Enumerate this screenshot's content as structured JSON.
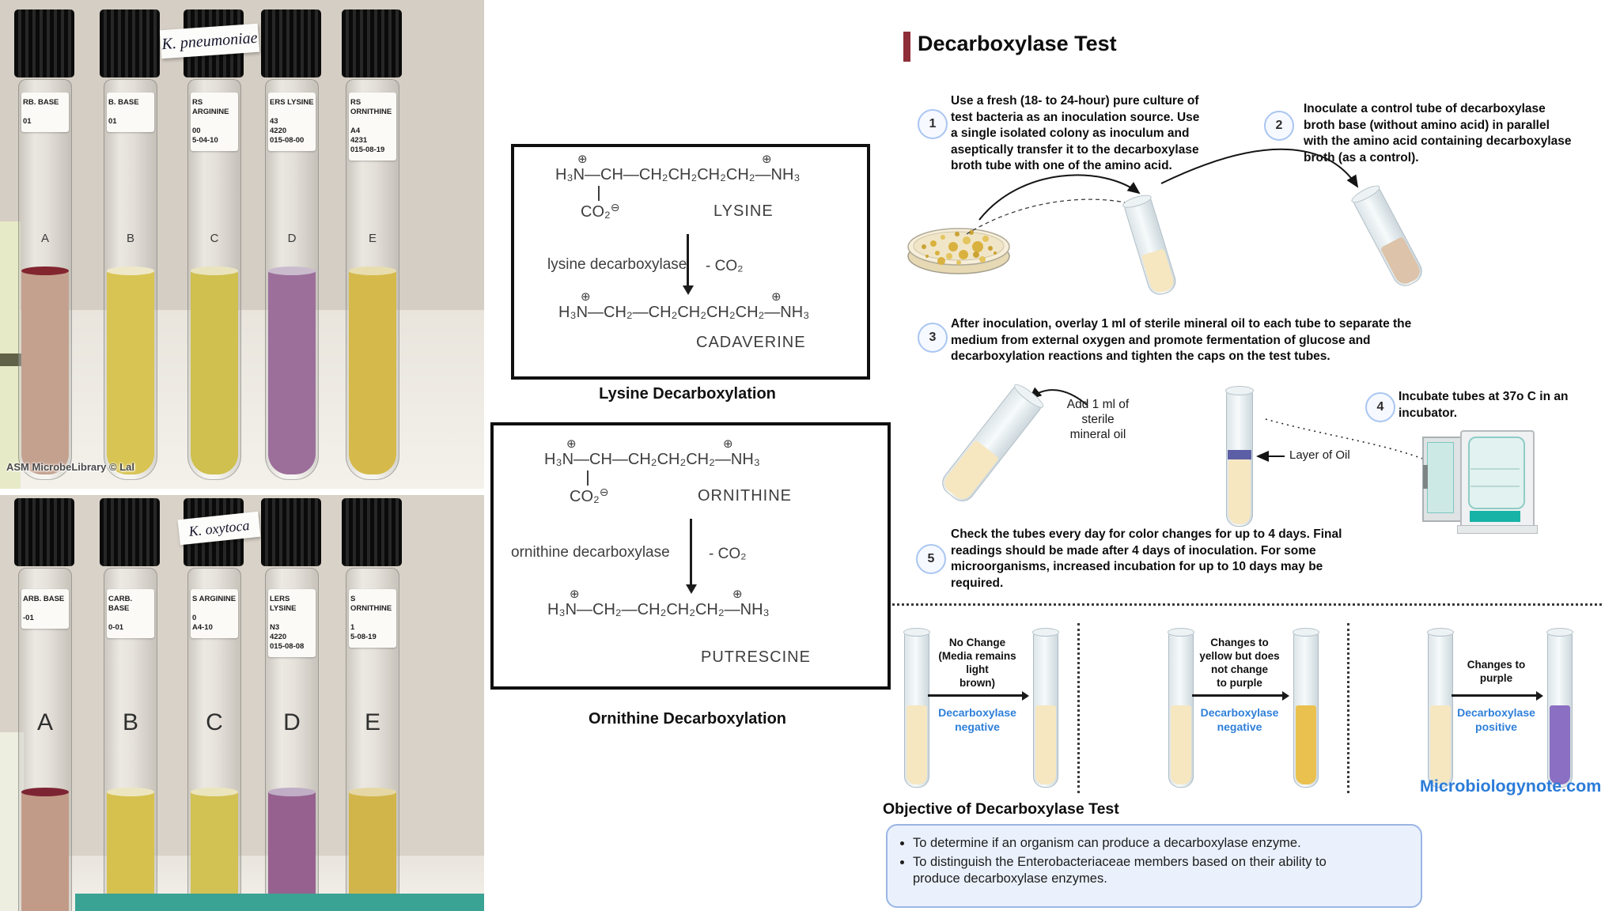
{
  "colors": {
    "accent_blue": "#2e7fd9",
    "maroon": "#8e2e38",
    "teal": "#17b3a6",
    "oil_purple": "#5c5fa5",
    "broth_cream": "#f6e7c1",
    "broth_gold": "#eac04e",
    "broth_purple": "#8a6fc2",
    "control_tan": "#dcc3a9"
  },
  "photo_top": {
    "strain": "K. pneumoniae",
    "credit": "ASM MicrobeLibrary © Lal",
    "tubes": [
      {
        "letter": "A",
        "label": "RB. BASE\n\n01",
        "liquid": "#c4a18f",
        "ring": "#82252f"
      },
      {
        "letter": "B",
        "label": "B. BASE\n\n01",
        "liquid": "#d8c452",
        "ring": "#eee8c8"
      },
      {
        "letter": "C",
        "label": "RS ARGININE\n\n00\n5-04-10",
        "liquid": "#cfc04f",
        "ring": "#e9e4bd"
      },
      {
        "letter": "D",
        "label": "ERS LYSINE\n\n43\n4220\n015-08-00",
        "liquid": "#9c6f9b",
        "ring": "#cabccd"
      },
      {
        "letter": "E",
        "label": "RS ORNITHINE\n\nA4\n4231\n015-08-19",
        "liquid": "#d5ba4b",
        "ring": "#e8ddae"
      }
    ]
  },
  "photo_bottom": {
    "strain": "K. oxytoca",
    "tubes": [
      {
        "letter": "A",
        "label": "ARB. BASE\n\n-01",
        "liquid": "#c29b88",
        "ring": "#7d2433"
      },
      {
        "letter": "B",
        "label": "CARB. BASE\n\n0-01",
        "liquid": "#d6c14f",
        "ring": "#ece6c0"
      },
      {
        "letter": "C",
        "label": "S ARGININE\n\n0\nA4-10",
        "liquid": "#d2c153",
        "ring": "#ebe5bd"
      },
      {
        "letter": "D",
        "label": "LERS LYSINE\n\nN3\n4220\n015-08-08",
        "liquid": "#96618f",
        "ring": "#c0aec6"
      },
      {
        "letter": "E",
        "label": "S ORNITHINE\n\n1\n5-08-19",
        "liquid": "#d2b54a",
        "ring": "#e5d8a5"
      }
    ]
  },
  "chem": {
    "plus": "⊕",
    "minus": "⊖",
    "lysine": {
      "substrate": "H₃N—CH—CH₂CH₂CH₂CH₂—NH₃",
      "carboxyl": "CO₂",
      "substrate_name": "LYSINE",
      "enzyme": "lysine decarboxylase",
      "loss": "- CO₂",
      "product": "H₃N—CH₂—CH₂CH₂CH₂CH₂—NH₃",
      "product_name": "CADAVERINE",
      "caption": "Lysine Decarboxylation"
    },
    "ornithine": {
      "substrate": "H₃N—CH—CH₂CH₂CH₂—NH₃",
      "carboxyl": "CO₂",
      "substrate_name": "ORNITHINE",
      "enzyme": "ornithine decarboxylase",
      "loss": "- CO₂",
      "product": "H₃N—CH₂—CH₂CH₂CH₂—NH₃",
      "product_name": "PUTRESCINE",
      "caption": "Ornithine Decarboxylation"
    }
  },
  "procedure": {
    "title": "Decarboxylase Test",
    "steps": [
      {
        "num": "1",
        "text": "Use a fresh (18- to 24-hour) pure culture of\ntest bacteria as an inoculation source. Use\na single isolated colony as inoculum and\naseptically transfer it to the decarboxylase\nbroth tube with one of the amino acid."
      },
      {
        "num": "2",
        "text": "Inoculate a control tube of decarboxylase\nbroth base (without amino acid) in parallel\nwith the amino acid containing decarboxylase\nbroth (as a control)."
      },
      {
        "num": "3",
        "text": "After inoculation, overlay 1 ml of sterile mineral oil to each tube to separate the\nmedium from external oxygen and promote fermentation of glucose and\ndecarboxylation reactions and tighten the caps on the test tubes."
      },
      {
        "num": "4",
        "text": "Incubate tubes at 37o C in an\nincubator."
      },
      {
        "num": "5",
        "text": "Check the tubes every day for color changes for up to 4 days. Final\nreadings should be made after 4 days of inoculation. For some\nmicroorganisms, increased incubation for up to 10 days may be\nrequired."
      }
    ],
    "add_oil_label": "Add 1 ml of\nsterile\nmineral oil",
    "oil_layer_label": "Layer of Oil",
    "results": [
      {
        "change": "No Change\n(Media remains\nlight\nbrown)",
        "verdict": "Decarboxylase\nnegative",
        "before": "#f6e7c1",
        "after": "#f6e7c1"
      },
      {
        "change": "Changes to\nyellow but does\nnot change\nto purple",
        "verdict": "Decarboxylase\nnegative",
        "before": "#f6e7c1",
        "after": "#eac04e"
      },
      {
        "change": "Changes to\npurple",
        "verdict": "Decarboxylase\npositive",
        "before": "#f6e7c1",
        "after": "#8a6fc2"
      }
    ],
    "watermark": "Microbiologynote.com",
    "objective_heading": "Objective of Decarboxylase Test",
    "objective_bullets": [
      "To determine if an organism can produce a decarboxylase enzyme.",
      "To distinguish the Enterobacteriaceae members based on their ability to\nproduce decarboxylase enzymes."
    ]
  }
}
